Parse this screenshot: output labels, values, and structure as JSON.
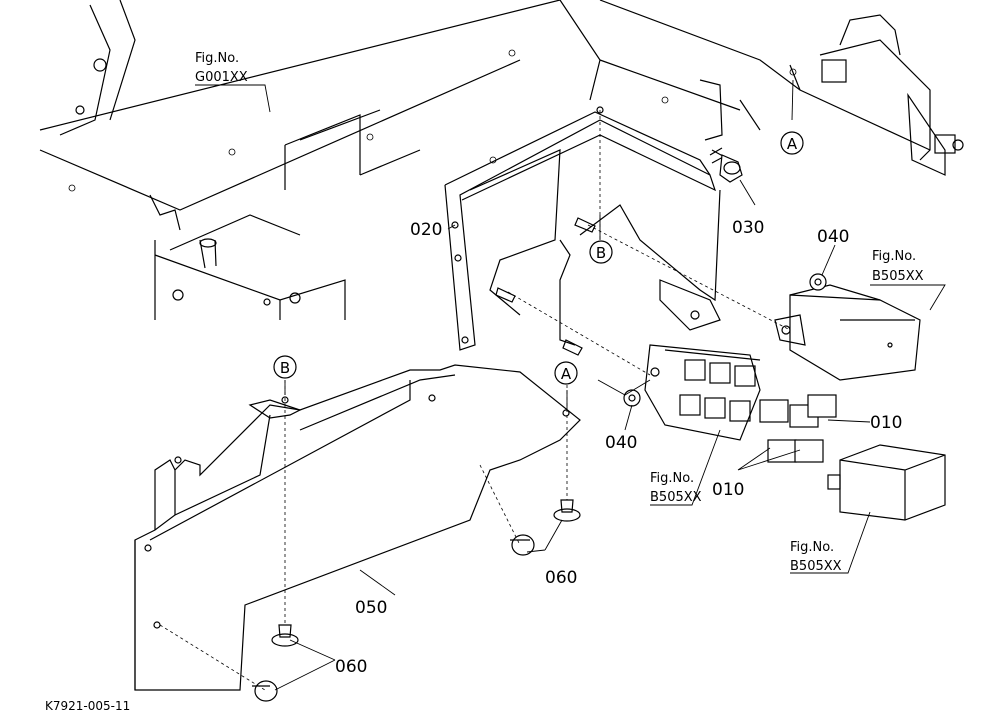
{
  "parts": {
    "p010a": "010",
    "p010b": "010",
    "p020": "020",
    "p030": "030",
    "p040a": "040",
    "p040b": "040",
    "p050": "050",
    "p060a": "060",
    "p060b": "060"
  },
  "refs": [
    {
      "label": "Fig.No.",
      "code": "G001XX"
    },
    {
      "label": "Fig.No.",
      "code": "B505XX"
    },
    {
      "label": "Fig.No.",
      "code": "B505XX"
    },
    {
      "label": "Fig.No.",
      "code": "B505XX"
    }
  ],
  "callouts": {
    "a1": "A",
    "a2": "A",
    "b1": "B",
    "b2": "B"
  },
  "doc_code": "K7921-005-11"
}
